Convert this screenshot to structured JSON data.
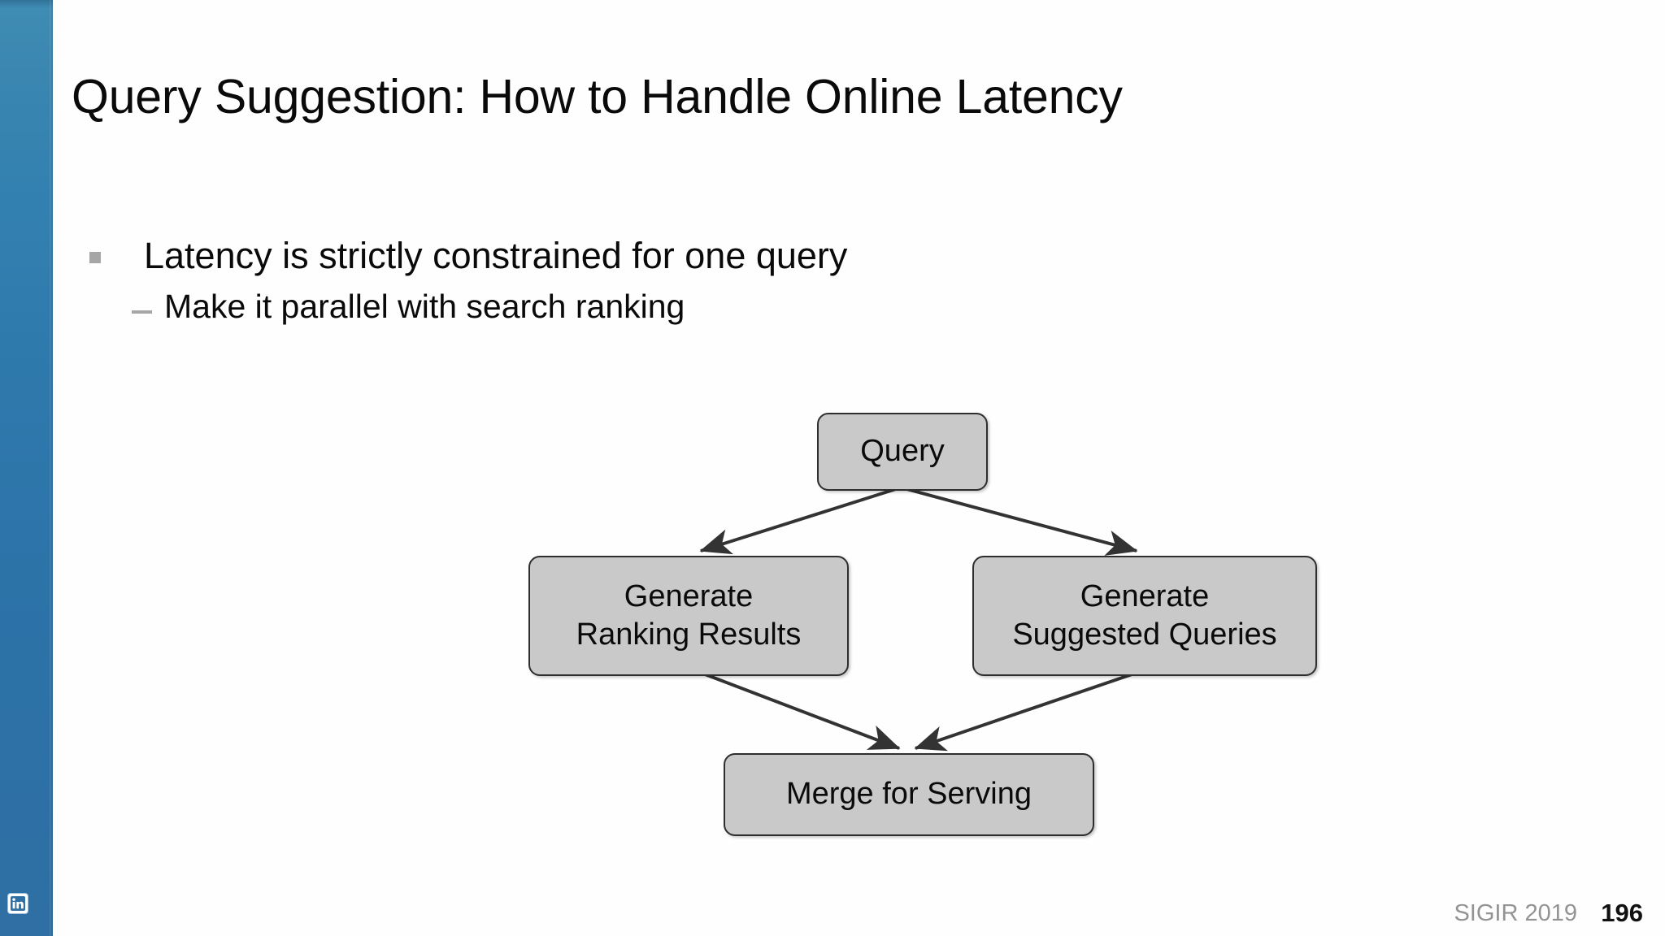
{
  "slide": {
    "title": "Query Suggestion: How to Handle Online Latency",
    "background_color": "#fefefe"
  },
  "sidebar": {
    "gradient_top_color": "#3f8cb4",
    "gradient_bottom_color": "#2f6fa3",
    "logo": {
      "name": "linkedin-logo",
      "text": "in",
      "badge_color": "#ffffff",
      "glyph_color": "#2f6fa3"
    }
  },
  "body": {
    "bullets": [
      {
        "level": 1,
        "marker": "square-bullet-marker",
        "marker_color": "#a6a6a6",
        "text": "Latency is strictly constrained for one query"
      },
      {
        "level": 2,
        "marker": "dash-bullet-marker",
        "marker_color": "#a6a6a6",
        "text": "Make it parallel with search ranking"
      }
    ]
  },
  "diagram": {
    "type": "flowchart",
    "node_fill_color": "#c9c9c9",
    "node_border_color": "#2e2e2e",
    "edge_color": "#333333",
    "nodes": [
      {
        "id": "query",
        "label": "Query"
      },
      {
        "id": "ranking",
        "label": "Generate\nRanking Results"
      },
      {
        "id": "suggested",
        "label": "Generate\nSuggested Queries"
      },
      {
        "id": "merge",
        "label": "Merge for Serving"
      }
    ],
    "edges": [
      {
        "from": "query",
        "to": "ranking",
        "arrow": "end"
      },
      {
        "from": "query",
        "to": "suggested",
        "arrow": "end"
      },
      {
        "from": "ranking",
        "to": "merge",
        "arrow": "end"
      },
      {
        "from": "suggested",
        "to": "merge",
        "arrow": "end"
      }
    ]
  },
  "footer": {
    "conference": "SIGIR 2019",
    "page_number": "196",
    "conference_color": "#939393",
    "page_number_color": "#111111"
  }
}
